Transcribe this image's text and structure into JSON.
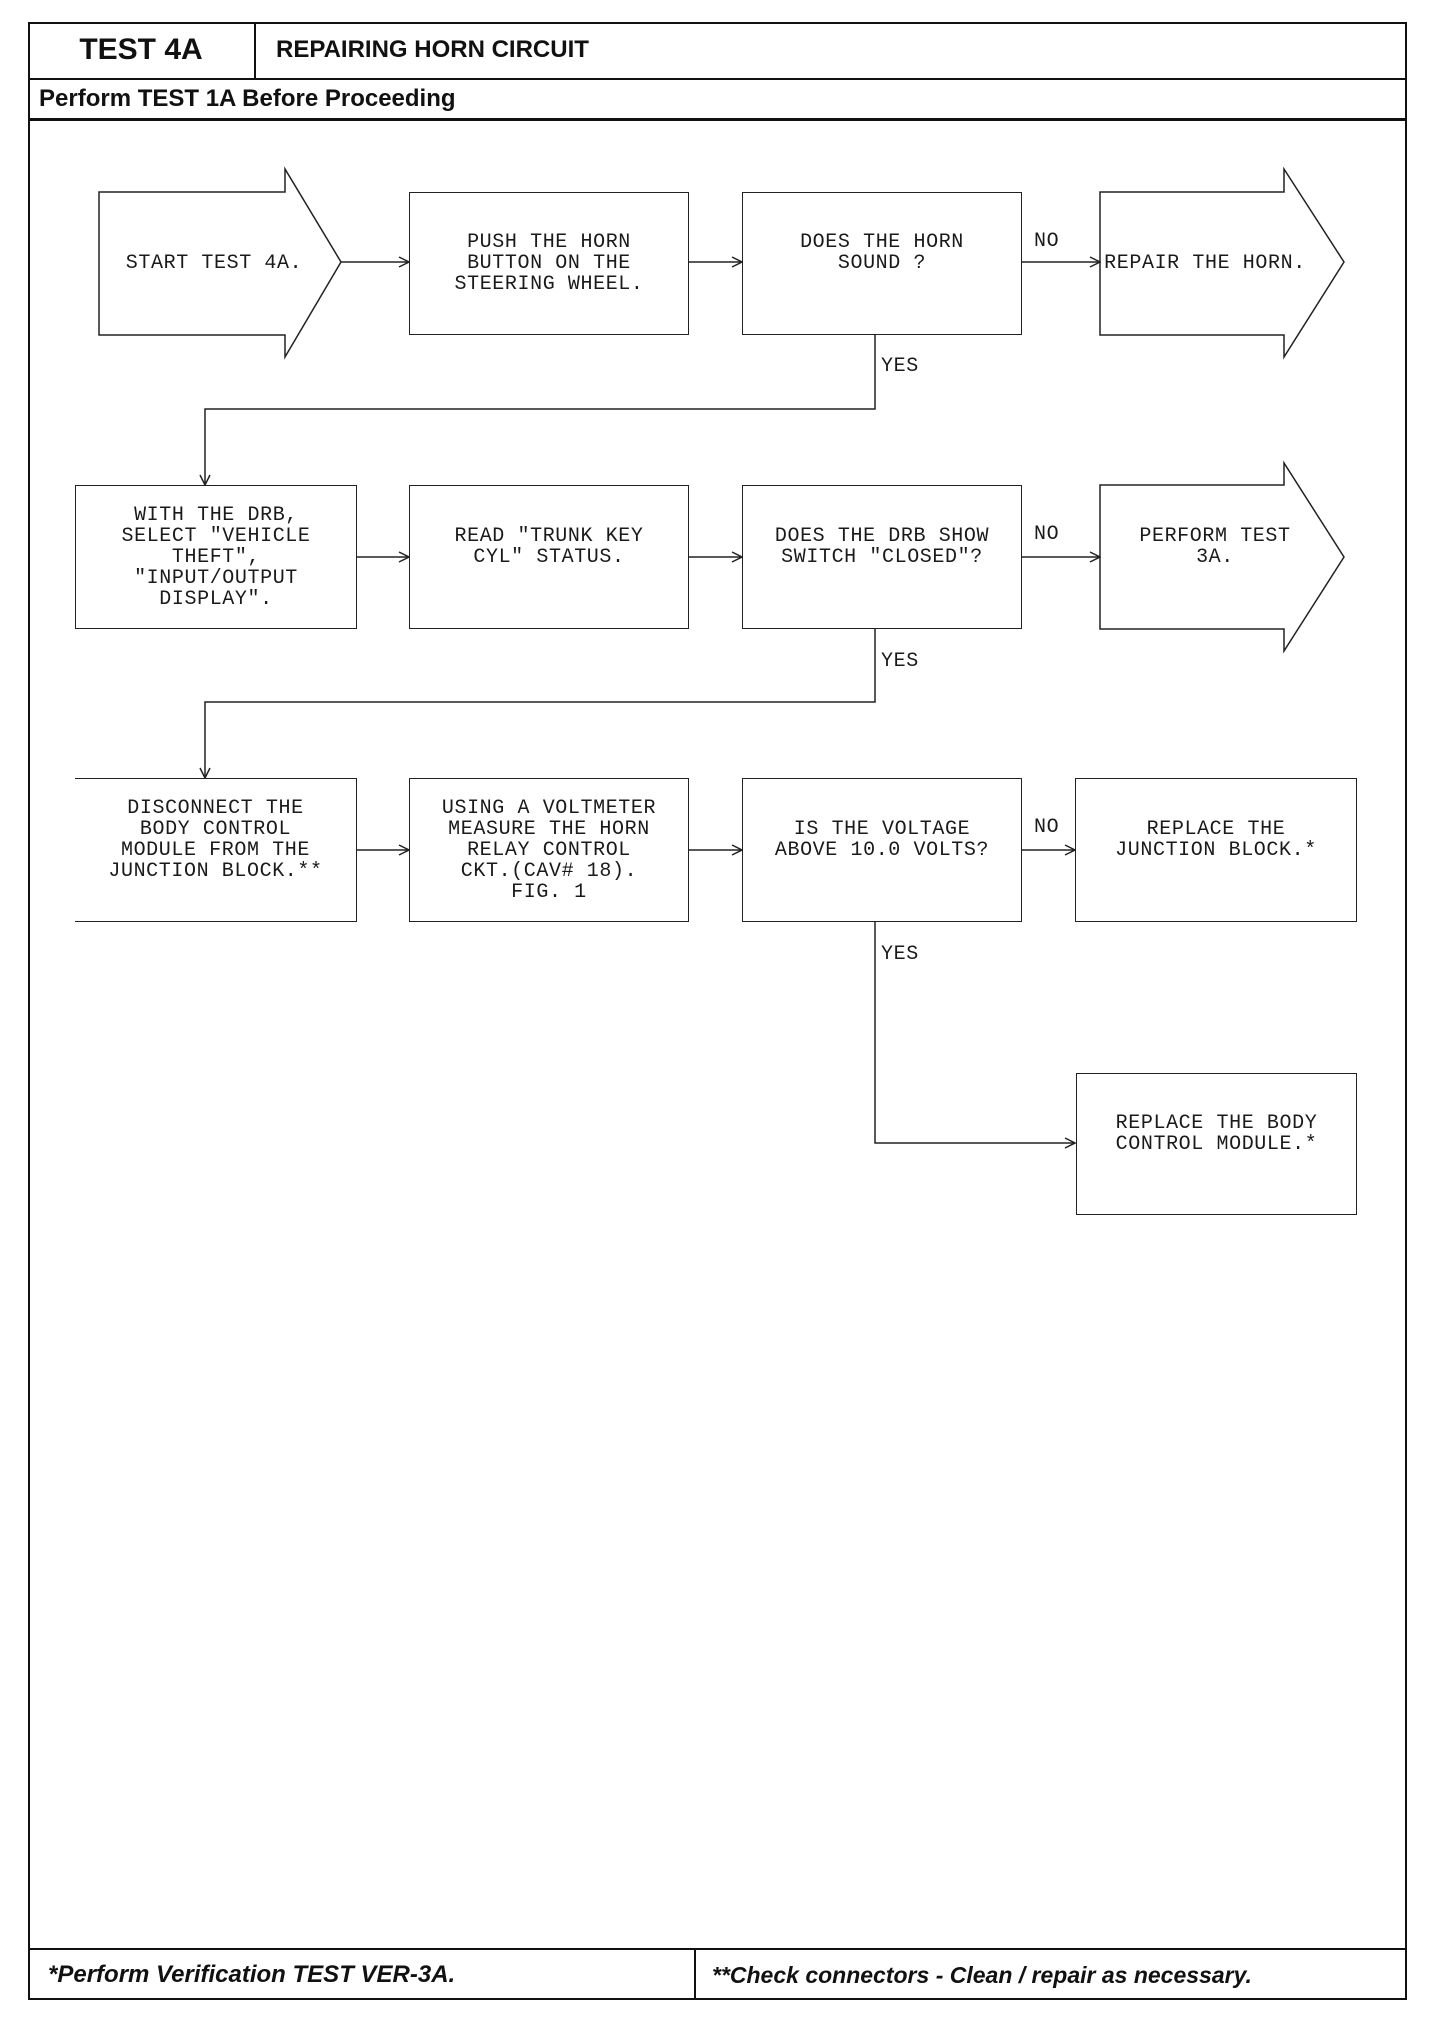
{
  "header": {
    "test_id": "TEST 4A",
    "title": "REPAIRING HORN CIRCUIT",
    "prerequisite": "Perform TEST 1A Before Proceeding"
  },
  "flowchart": {
    "start": "START TEST 4A.",
    "push_horn": "PUSH THE HORN\nBUTTON ON THE\nSTEERING WHEEL.",
    "horn_sound_question": "DOES THE HORN\nSOUND ?",
    "repair_horn": "REPAIR THE HORN.",
    "drb_select": "WITH THE DRB,\nSELECT \"VEHICLE\nTHEFT\",\n\"INPUT/OUTPUT\nDISPLAY\".",
    "read_trunk": "READ \"TRUNK KEY\nCYL\" STATUS.",
    "drb_closed_question": "DOES THE DRB SHOW\nSWITCH \"CLOSED\"?",
    "perform_3a": "PERFORM TEST\n3A.",
    "disconnect_bcm": "DISCONNECT THE\nBODY CONTROL\nMODULE FROM THE\nJUNCTION BLOCK.**",
    "measure_voltage": "USING A VOLTMETER\nMEASURE THE HORN\nRELAY CONTROL\nCKT.(CAV# 18).\nFIG. 1",
    "voltage_question": "IS THE VOLTAGE\nABOVE 10.0 VOLTS?",
    "replace_junction": "REPLACE THE\nJUNCTION BLOCK.*",
    "replace_bcm": "REPLACE THE BODY\nCONTROL MODULE.*",
    "labels": {
      "no": "NO",
      "yes": "YES"
    }
  },
  "footer": {
    "left": "*Perform Verification TEST VER-3A.",
    "right": "**Check connectors - Clean / repair as necessary."
  }
}
